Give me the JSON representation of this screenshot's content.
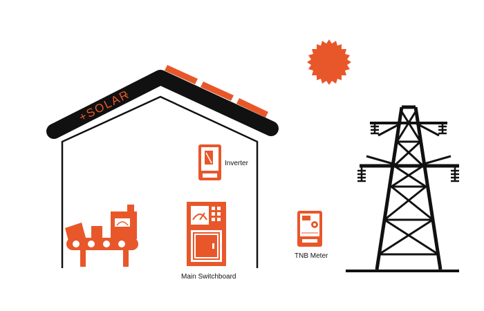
{
  "brand": {
    "logo_text": "+SOLAR"
  },
  "labels": {
    "inverter": "Inverter",
    "main_switchboard": "Main Switchboard",
    "tnb_meter": "TNB Meter"
  },
  "colors": {
    "accent": "#e8572a",
    "outline": "#111111",
    "background": "#ffffff"
  },
  "icons": [
    "sun-icon",
    "solar-panel-icon",
    "inverter-icon",
    "switchboard-icon",
    "meter-icon",
    "factory-conveyor-icon",
    "transmission-tower-icon"
  ]
}
